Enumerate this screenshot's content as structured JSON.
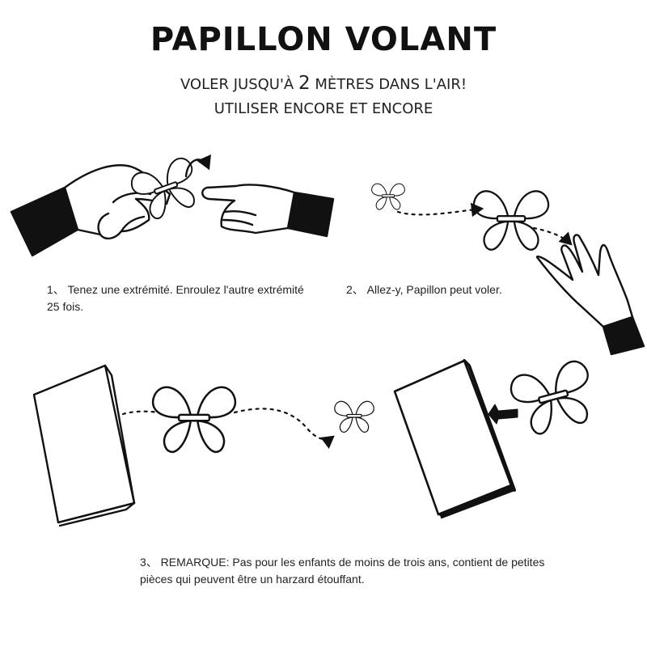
{
  "header": {
    "title": "PAPILLON VOLANT",
    "subtitle_before": "VOLER JUSQU'À ",
    "subtitle_number": "2",
    "subtitle_after": " MÈTRES DANS L'AIR!",
    "subtitle2": "UTILISER ENCORE ET ENCORE"
  },
  "steps": [
    {
      "text": "1、 Tenez une extrémité. Enroulez l'autre extrémité 25 fois."
    },
    {
      "text": "2、 Allez-y, Papillon peut voler."
    },
    {
      "text": "3、 REMARQUE: Pas pour les enfants de moins de trois ans, contient de petites pièces qui peuvent être un harzard étouffant."
    }
  ],
  "icons": [
    "hands-winding-icon",
    "butterfly-icon",
    "hand-release-icon",
    "card-icon",
    "arrow-icon"
  ]
}
